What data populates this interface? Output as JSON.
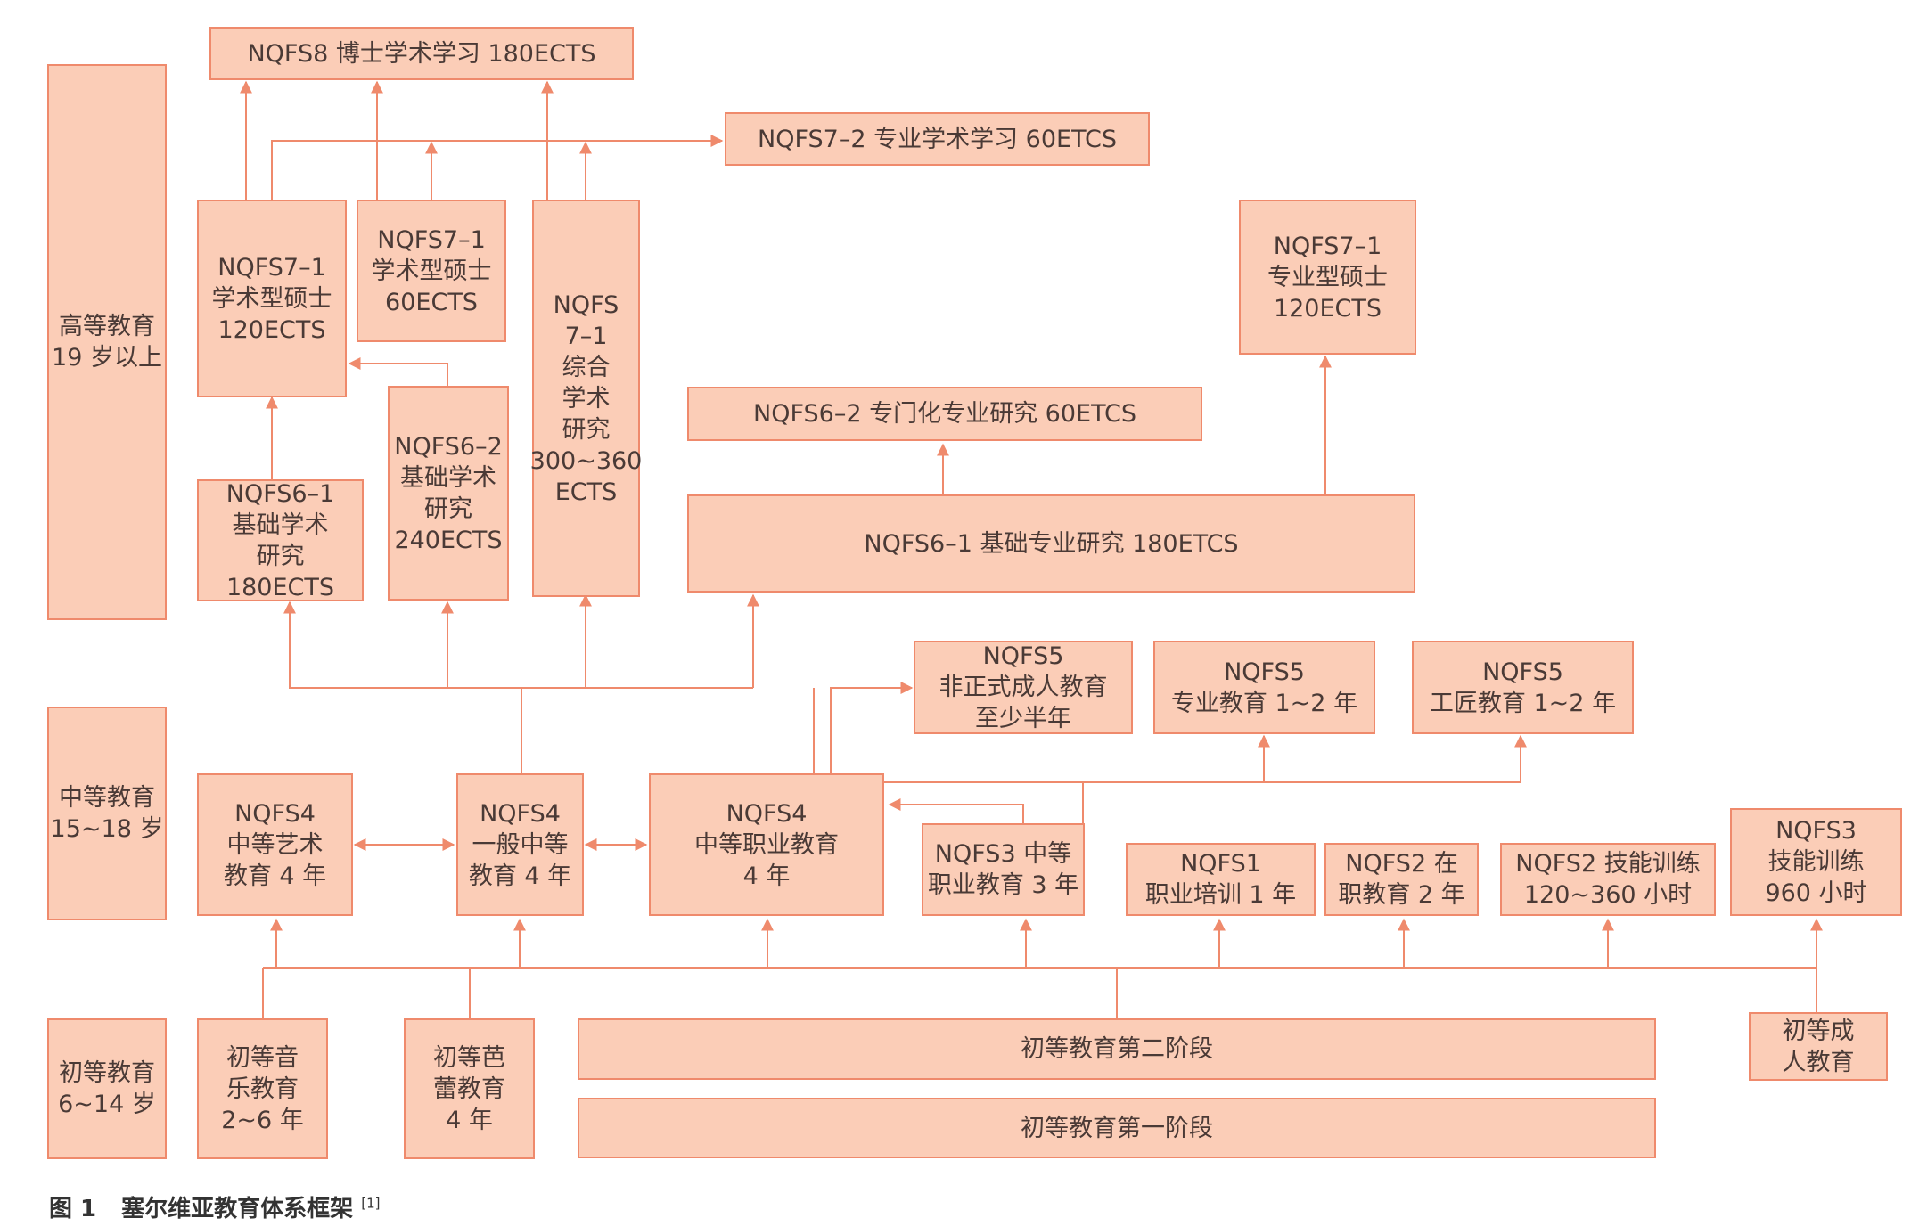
{
  "diagram": {
    "levels": {
      "higher": "高等教育\n19 岁以上",
      "secondary": "中等教育\n15~18 岁",
      "primary": "初等教育\n6~14 岁"
    },
    "nodes": {
      "nqfs8": "NQFS8 博士学术学习 180ECTS",
      "nqfs7_2_academic": "NQFS7–2 专业学术学习 60ETCS",
      "nqfs7_1_academic_master_120": "NQFS7–1\n学术型硕士\n120ECTS",
      "nqfs7_1_academic_master_60": "NQFS7–1\n学术型硕士\n60ECTS",
      "nqfs7_1_integrated": "NQFS\n7–1\n综合\n学术\n研究\n300~360\nECTS",
      "nqfs7_1_professional_master": "NQFS7–1\n专业型硕士\n120ECTS",
      "nqfs6_2_specialized": "NQFS6–2 专门化专业研究 60ETCS",
      "nqfs6_1_basic_professional": "NQFS6–1 基础专业研究 180ETCS",
      "nqfs6_1_basic_academic": "NQFS6–1\n基础学术\n研究\n180ECTS",
      "nqfs6_2_basic_academic": "NQFS6–2\n基础学术\n研究\n240ECTS",
      "nqfs5_adult": "NQFS5\n非正式成人教育\n至少半年",
      "nqfs5_professional": "NQFS5\n专业教育 1~2 年",
      "nqfs5_craftsman": "NQFS5\n工匠教育 1~2 年",
      "nqfs4_art": "NQFS4\n中等艺术\n教育 4 年",
      "nqfs4_general": "NQFS4\n一般中等\n教育 4 年",
      "nqfs4_vocational": "NQFS4\n中等职业教育\n4 年",
      "nqfs3_vocational": "NQFS3 中等\n职业教育 3 年",
      "nqfs1_training": "NQFS1\n职业培训 1 年",
      "nqfs2_inservice": "NQFS2 在\n职教育 2 年",
      "nqfs2_skills_training": "NQFS2 技能训练\n120~360 小时",
      "nqfs3_skills_training": "NQFS3\n技能训练\n960 小时",
      "primary_music": "初等音\n乐教育\n2~6 年",
      "primary_ballet": "初等芭\n蕾教育\n4 年",
      "primary_stage_2": "初等教育第二阶段",
      "primary_stage_1": "初等教育第一阶段",
      "primary_adult": "初等成\n人教育"
    },
    "colors": {
      "box_fill": "#fbcdb7",
      "box_border": "#ef8a6c",
      "arrow": "#ef8a6c",
      "text": "#4a3a36"
    }
  },
  "caption": {
    "label": "图 1",
    "title": "塞尔维亚教育体系框架",
    "ref": "[1]"
  }
}
